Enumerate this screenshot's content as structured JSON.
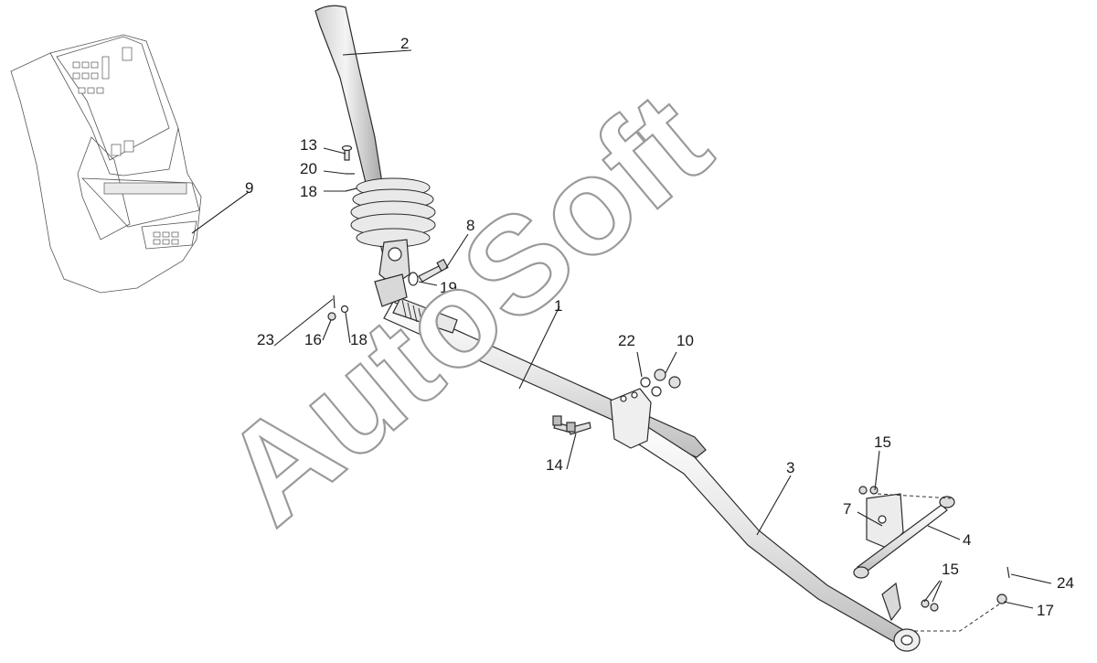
{
  "watermark": "AutoSoft",
  "callouts": {
    "c1": "1",
    "c2": "2",
    "c3": "3",
    "c4": "4",
    "c7": "7",
    "c8": "8",
    "c9": "9",
    "c10": "10",
    "c13": "13",
    "c14": "14",
    "c15a": "15",
    "c15b": "15",
    "c16": "16",
    "c17": "17",
    "c18a": "18",
    "c18b": "18",
    "c19": "19",
    "c20": "20",
    "c22": "22",
    "c23": "23",
    "c24": "24"
  },
  "colors": {
    "line": "#2b2b2b",
    "fill": "#f2f2f2",
    "shade": "#d9d9d9",
    "watermark_stroke": "#9a9a9a"
  }
}
